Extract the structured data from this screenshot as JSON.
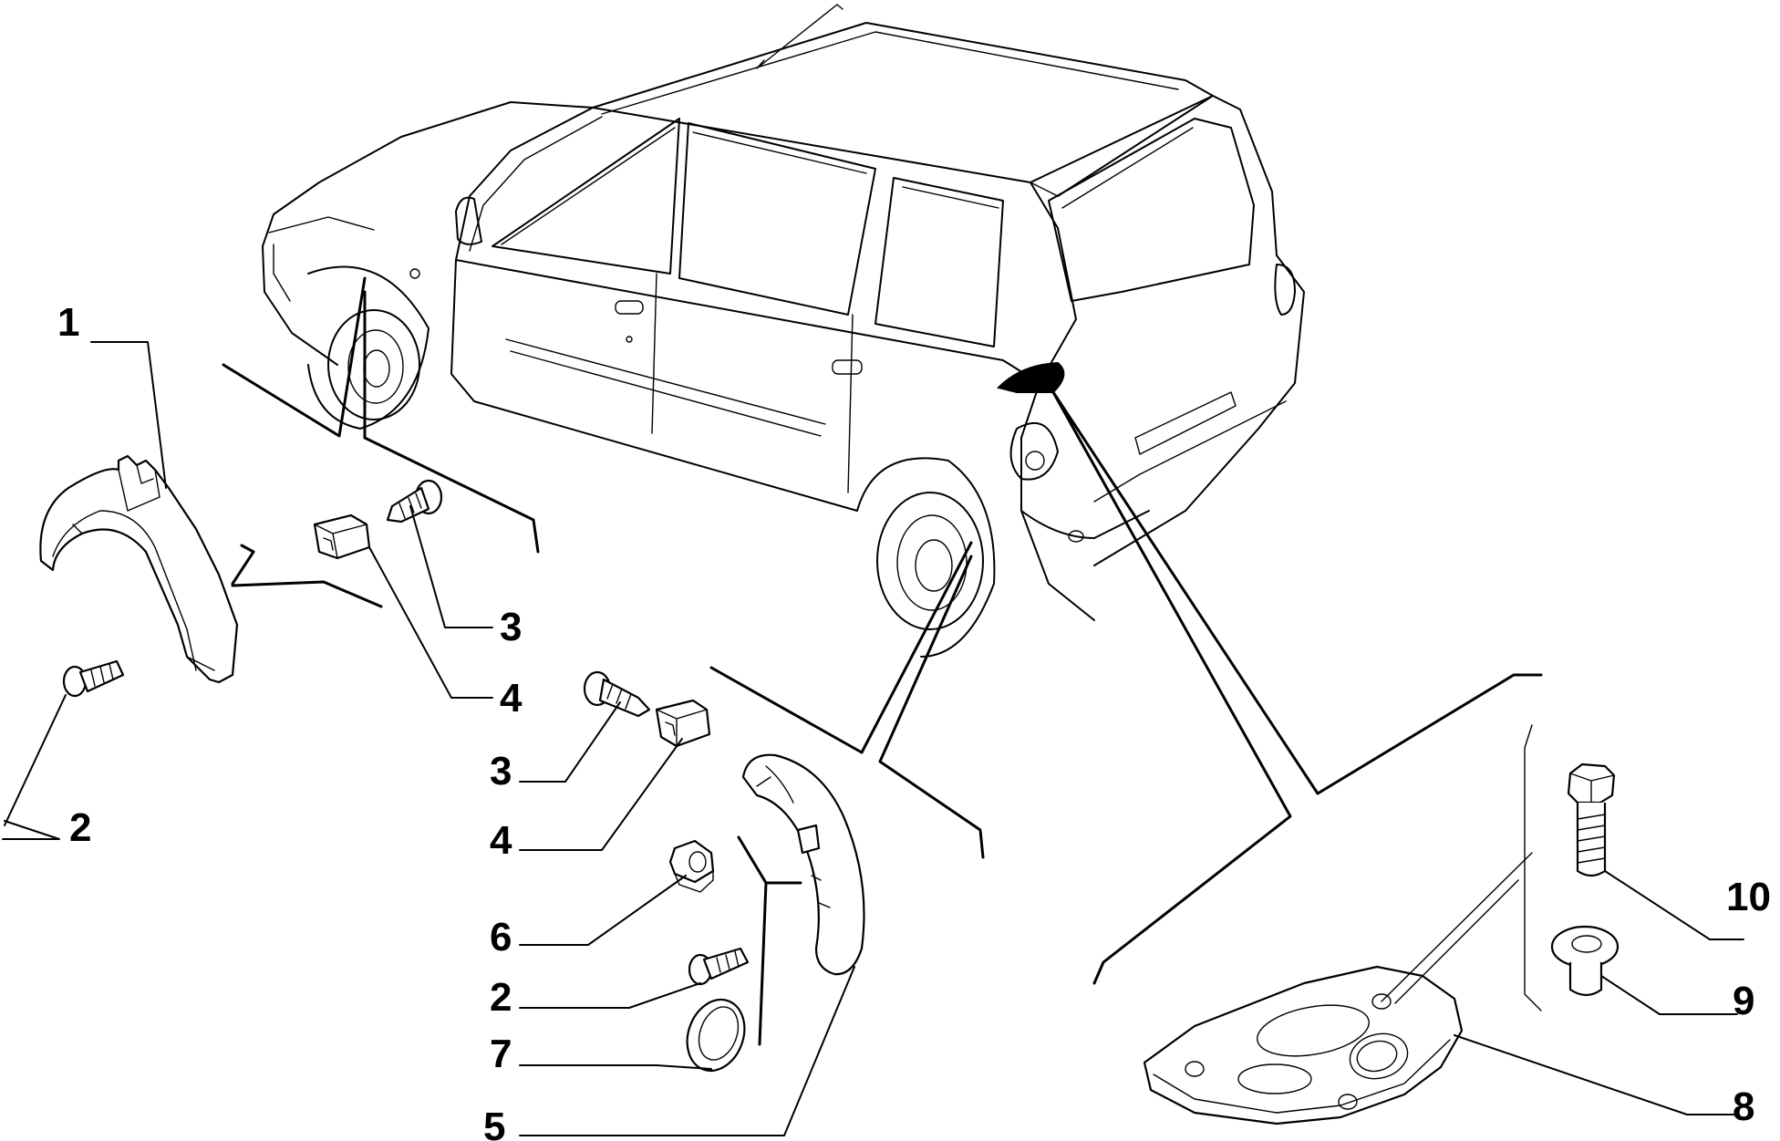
{
  "callouts": [
    {
      "id": "c1",
      "label": "1"
    },
    {
      "id": "c2a",
      "label": "2"
    },
    {
      "id": "c3a",
      "label": "3"
    },
    {
      "id": "c4a",
      "label": "4"
    },
    {
      "id": "c3b",
      "label": "3"
    },
    {
      "id": "c4b",
      "label": "4"
    },
    {
      "id": "c6",
      "label": "6"
    },
    {
      "id": "c2b",
      "label": "2"
    },
    {
      "id": "c7",
      "label": "7"
    },
    {
      "id": "c5",
      "label": "5"
    },
    {
      "id": "c10",
      "label": "10"
    },
    {
      "id": "c9",
      "label": "9"
    },
    {
      "id": "c8",
      "label": "8"
    }
  ]
}
